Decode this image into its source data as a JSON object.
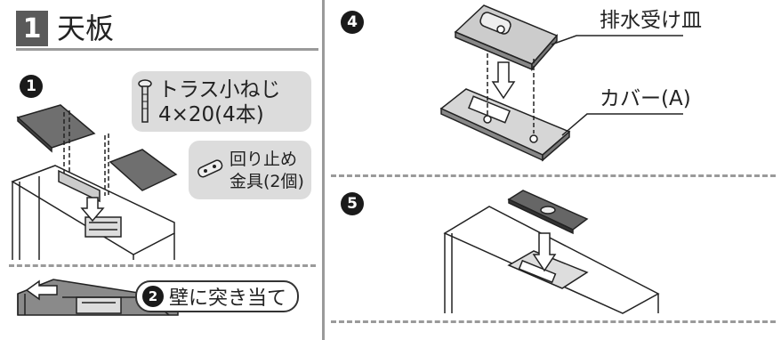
{
  "section": {
    "number": "1",
    "title": "天板"
  },
  "steps": {
    "step1": "1",
    "step4": "4",
    "step5": "5"
  },
  "parts": {
    "screw": {
      "line1": "トラス小ねじ",
      "line2": "4×20(4本)"
    },
    "bracket": {
      "line1": "回り止め",
      "line2": "金具(2個)"
    }
  },
  "labels": {
    "drain_tray": "排水受け皿",
    "cover": "カバー(A)"
  },
  "wall_note": {
    "number": "2",
    "text": "壁に突き当て"
  }
}
